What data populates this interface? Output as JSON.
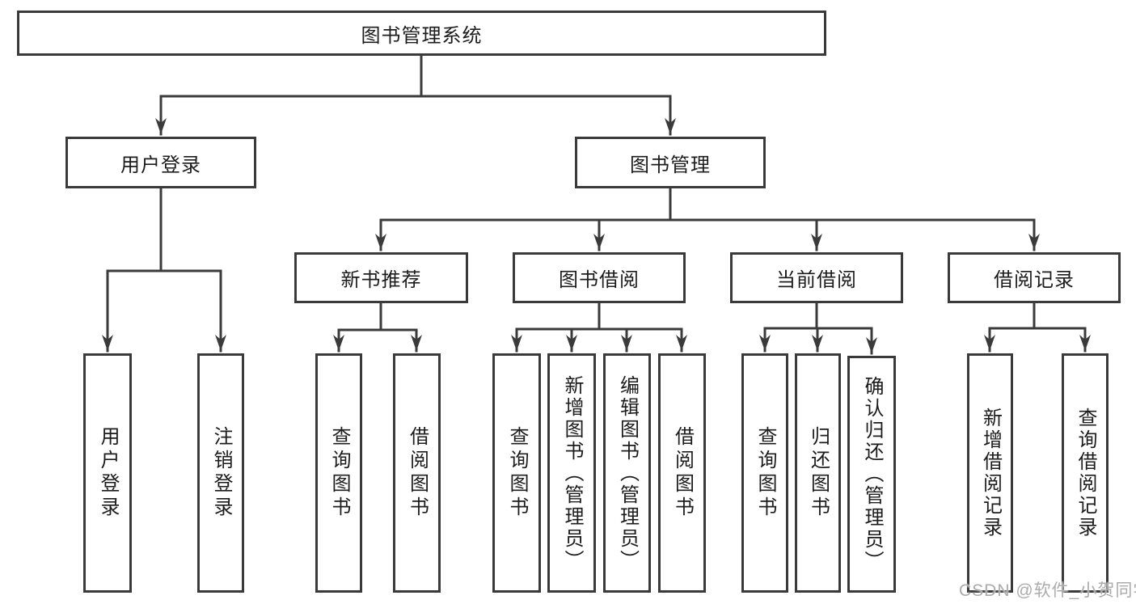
{
  "tree": {
    "root": {
      "label": "图书管理系统"
    },
    "user_login": {
      "label": "用户登录",
      "leaves": [
        {
          "label": "用户登录"
        },
        {
          "label": "注销登录"
        }
      ]
    },
    "book_management": {
      "label": "图书管理",
      "groups": [
        {
          "label": "新书推荐",
          "leaves": [
            {
              "label": "查询图书"
            },
            {
              "label": "借阅图书"
            }
          ]
        },
        {
          "label": "图书借阅",
          "leaves": [
            {
              "label": "查询图书"
            },
            {
              "label": "新增图书（管理员）"
            },
            {
              "label": "编辑图书（管理员）"
            },
            {
              "label": "借阅图书"
            }
          ]
        },
        {
          "label": "当前借阅",
          "leaves": [
            {
              "label": "查询图书"
            },
            {
              "label": "归还图书"
            },
            {
              "label": "确认归还（管理员）"
            }
          ]
        },
        {
          "label": "借阅记录",
          "leaves": [
            {
              "label": "新增借阅记录"
            },
            {
              "label": "查询借阅记录"
            }
          ]
        }
      ]
    }
  },
  "watermark": {
    "text": "CSDN @软件_小贺同学"
  },
  "colors": {
    "line": "#3a3a3a",
    "box_border": "#3a3a3a",
    "text": "#1c1c1c",
    "watermark": "#ababab",
    "background": "#ffffff"
  }
}
